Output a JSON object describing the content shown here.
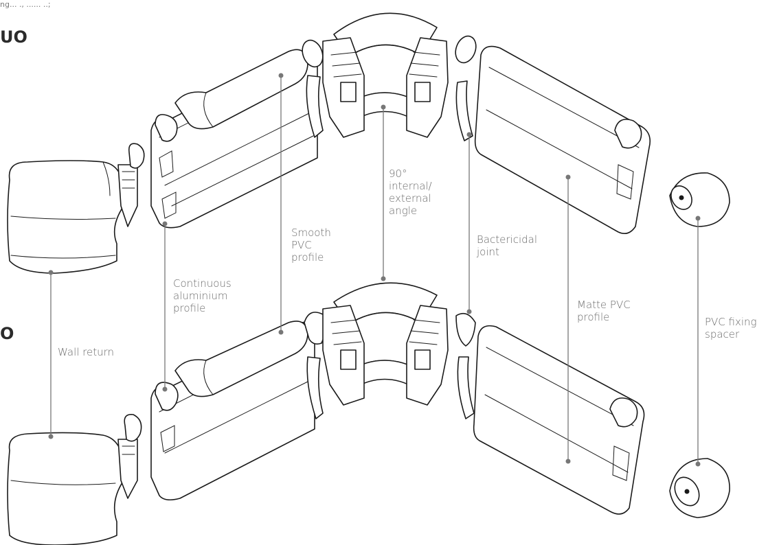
{
  "header": {
    "top_note": "ng... ., ...... ..;",
    "title_upper": "UO",
    "title_lower": "O"
  },
  "labels": {
    "wall_return": "Wall return",
    "continuous_aluminium_profile": "Continuous\naluminium\nprofile",
    "smooth_pvc_profile": "Smooth\nPVC\nprofile",
    "angle_90": "90°\ninternal/\nexternal\nangle",
    "bactericidal_joint": "Bactericidal\njoint",
    "matte_pvc_profile": "Matte PVC\nprofile",
    "pvc_fixing_spacer": "PVC fixing\nspacer"
  },
  "colors": {
    "ink": "#1a1a1a",
    "label_text": "#6b6b6b",
    "leader_line": "#777777"
  }
}
